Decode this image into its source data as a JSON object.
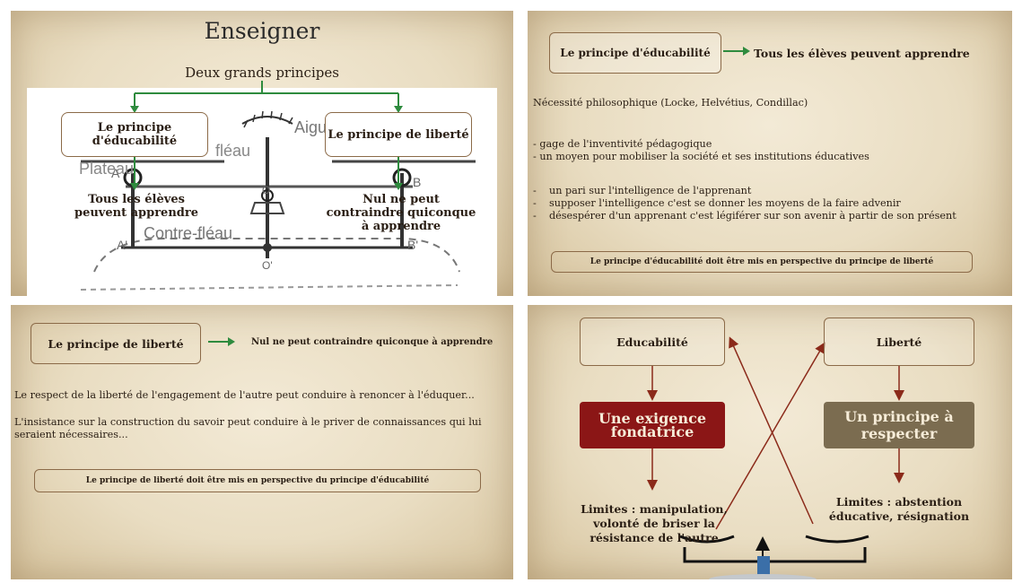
{
  "slide1": {
    "title": "Enseigner",
    "subtitle": "Deux grands principes",
    "left_box": "Le principe d'éducabilité",
    "right_box": "Le principe de liberté",
    "left_text": "Tous les élèves peuvent apprendre",
    "right_text": "Nul ne peut contraindre quiconque à apprendre",
    "balance_labels": {
      "aiguille": "Aiguille",
      "plateau": "Plateau",
      "fleau": "fléau",
      "contre_fleau": "Contre-fléau",
      "a_left": "A",
      "a_prime": "A'",
      "b_right": "B",
      "b_prime": "B'",
      "o": "O",
      "o_prime": "O'"
    }
  },
  "slide2": {
    "box": "Le principe d'éducabilité",
    "right": "Tous les élèves peuvent apprendre",
    "line1": "Nécessité philosophique (Locke, Helvétius, Condillac)",
    "line2": "- gage de l'inventivité pédagogique",
    "line3": "- un moyen pour mobiliser la société et ses institutions éducatives",
    "line4": "-    un pari sur l'intelligence de l'apprenant",
    "line5": "-    supposer l'intelligence c'est se donner les moyens de la faire advenir",
    "line6": "-    désespérer d'un apprenant c'est légiférer sur son avenir à partir de son présent",
    "footer": "Le principe d'éducabilité doit être mis en perspective du principe de liberté"
  },
  "slide3": {
    "box": "Le principe de liberté",
    "right": "Nul ne peut contraindre quiconque à apprendre",
    "line1": "Le respect de la liberté de l'engagement de l'autre peut conduire à renoncer à l'éduquer...",
    "line2": "L'insistance sur la construction du savoir peut conduire à le priver de connaissances qui lui",
    "line3": "seraient nécessaires...",
    "footer": "Le principe de liberté doit être mis en perspective du principe d'éducabilité"
  },
  "slide4": {
    "educabilite": "Educabilité",
    "liberte": "Liberté",
    "exigence": "Une exigence fondatrice",
    "principe": "Un principe à respecter",
    "limites1": "Limites : manipulation, volonté de briser la résistance de l'autre",
    "limites2": "Limites : abstention éducative, résignation",
    "colors": {
      "exigence_bg": "#8b1616",
      "principe_bg": "#7b6c50",
      "arrow": "#8b2a1a"
    }
  }
}
